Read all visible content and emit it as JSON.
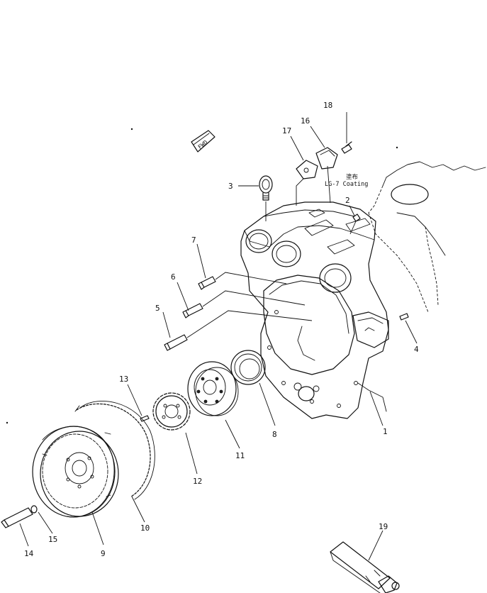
{
  "diagram": {
    "fwd_label": "FWD",
    "note": {
      "line1": "塗布",
      "line2": "LG-7 Coating"
    },
    "callouts": [
      "1",
      "2",
      "3",
      "4",
      "5",
      "6",
      "7",
      "8",
      "9",
      "10",
      "11",
      "12",
      "13",
      "14",
      "15",
      "16",
      "17",
      "18",
      "19"
    ],
    "colors": {
      "line": "#111111",
      "background": "#ffffff"
    },
    "icons": [
      "forward-arrow-icon"
    ]
  }
}
